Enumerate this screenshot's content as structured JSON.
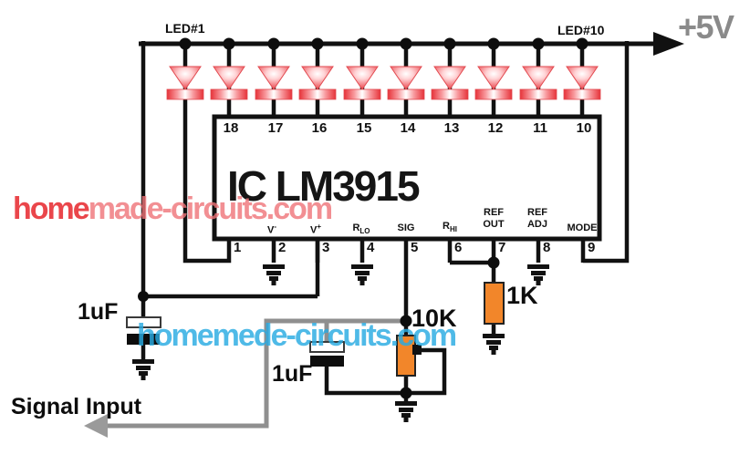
{
  "supply": {
    "label": "+5V"
  },
  "input": {
    "label": "Signal Input"
  },
  "led_row": {
    "first_label": "LED#1",
    "last_label": "LED#10",
    "count": 10
  },
  "ic": {
    "name": "IC LM3915",
    "top_pins": [
      "18",
      "17",
      "16",
      "15",
      "14",
      "13",
      "12",
      "11",
      "10"
    ],
    "bottom_pins": [
      "1",
      "2",
      "3",
      "4",
      "5",
      "6",
      "7",
      "8",
      "9"
    ],
    "functions": {
      "v_minus": {
        "base": "V",
        "sup": "-"
      },
      "v_plus": {
        "base": "V",
        "sup": "+"
      },
      "r_lo": {
        "base": "R",
        "sub": "LO"
      },
      "sig": {
        "label": "SIG"
      },
      "r_hi": {
        "base": "R",
        "sub": "HI"
      },
      "ref_out": {
        "line1": "REF",
        "line2": "OUT"
      },
      "ref_adj": {
        "line1": "REF",
        "line2": "ADJ"
      },
      "mode": {
        "label": "MODE"
      }
    }
  },
  "components": {
    "cap1": {
      "value": "1uF"
    },
    "cap2": {
      "value": "1uF"
    },
    "pot": {
      "value": "10K"
    },
    "res": {
      "value": "1K"
    }
  },
  "watermarks": {
    "red": {
      "part1": "home",
      "part2": "made-circuits.com"
    },
    "blue": {
      "text": "homemede-circuits.com"
    }
  },
  "colors": {
    "wire_black": "#111111",
    "signal_wire_gray": "#8f8f8f",
    "supply_text_gray": "#8a8a8a",
    "led_red": "#e63239",
    "resistor_orange": "#f2862a",
    "watermark_red": "#e5191f",
    "watermark_red_light": "#ef7479",
    "watermark_blue": "#29abe2"
  }
}
